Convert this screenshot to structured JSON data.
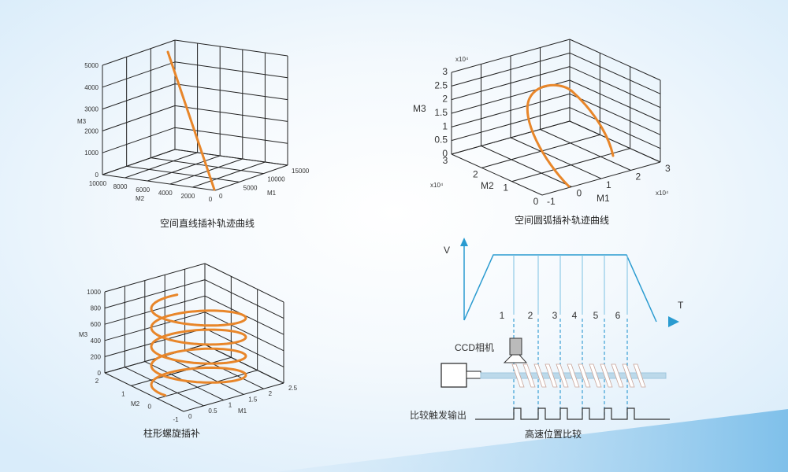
{
  "plots": {
    "line": {
      "caption": "空间直线插补轨迹曲线",
      "m3_label": "M3",
      "m2_label": "M2",
      "m1_label": "M1",
      "m3_ticks": [
        "0",
        "1000",
        "2000",
        "3000",
        "4000",
        "5000"
      ],
      "m2_ticks": [
        "0",
        "2000",
        "4000",
        "6000",
        "8000",
        "10000"
      ],
      "m1_ticks": [
        "0",
        "5000",
        "10000",
        "15000"
      ]
    },
    "arc": {
      "caption": "空间圆弧插补轨迹曲线",
      "m3_label": "M3",
      "m2_label": "M2",
      "m1_label": "M1",
      "m3_exp": "x10⁴",
      "m2_exp": "x10⁴",
      "m1_exp": "x10⁴",
      "m3_ticks": [
        "0",
        "0.5",
        "1",
        "1.5",
        "2",
        "2.5",
        "3"
      ],
      "m2_ticks": [
        "0",
        "1",
        "2",
        "3"
      ],
      "m1_ticks": [
        "-1",
        "0",
        "1",
        "2",
        "3"
      ]
    },
    "helix": {
      "caption": "柱形螺旋插补",
      "m3_label": "M3",
      "m2_label": "M2",
      "m1_label": "M1",
      "m3_ticks": [
        "0",
        "200",
        "400",
        "600",
        "800",
        "1000"
      ],
      "m2_ticks": [
        "-1",
        "0",
        "1",
        "2"
      ],
      "m1_ticks": [
        "0",
        "0.5",
        "1",
        "1.5",
        "2",
        "2.5"
      ]
    }
  },
  "compare": {
    "title": "高速位置比较",
    "v_label": "V",
    "t_label": "T",
    "points": [
      "1",
      "2",
      "3",
      "4",
      "5",
      "6"
    ],
    "camera_label": "CCD相机",
    "output_label": "比较触发输出"
  },
  "colors": {
    "curve": "#e8862a",
    "accent": "#2a9bd0"
  }
}
